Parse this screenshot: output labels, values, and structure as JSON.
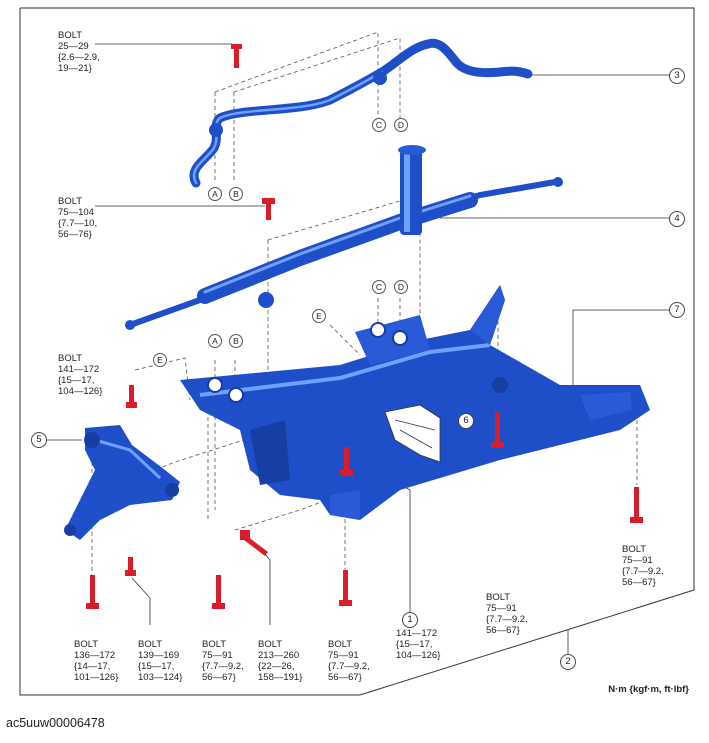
{
  "image_code": "ac5uuw00006478",
  "unit_note": "N·m {kgf·m, ft·lbf}",
  "colors": {
    "part_blue": "#1f4fc8",
    "part_highlight": "#6fa0ff",
    "bolt_red": "#d81e2a",
    "line_gray": "#444444"
  },
  "callouts": [
    "1",
    "2",
    "3",
    "4",
    "5",
    "6",
    "7"
  ],
  "letters": {
    "A": "A",
    "B": "B",
    "C": "C",
    "D": "D",
    "E": "E"
  },
  "bolts": [
    {
      "title": "BOLT",
      "spec": "25—29\n{2.6—2.9,\n19—21}"
    },
    {
      "title": "BOLT",
      "spec": "75—104\n{7.7—10,\n56—76}"
    },
    {
      "title": "BOLT",
      "spec": "141—172\n{15—17,\n104—126}"
    },
    {
      "title": "BOLT",
      "spec": "136—172\n{14—17,\n101—126}"
    },
    {
      "title": "BOLT",
      "spec": "139—169\n{15—17,\n103—124}"
    },
    {
      "title": "BOLT",
      "spec": "75—91\n{7.7—9.2,\n56—67}"
    },
    {
      "title": "BOLT",
      "spec": "213—260\n{22—26,\n158—191}"
    },
    {
      "title": "BOLT",
      "spec": "75—91\n{7.7—9.2,\n56—67}"
    },
    {
      "title": "BOLT",
      "spec": "75—91\n{7.7—9.2,\n56—67}"
    },
    {
      "title": "BOLT",
      "spec": "75—91\n{7.7—9.2,\n56—67}"
    }
  ],
  "torque_1": "141—172\n{15—17,\n104—126}"
}
